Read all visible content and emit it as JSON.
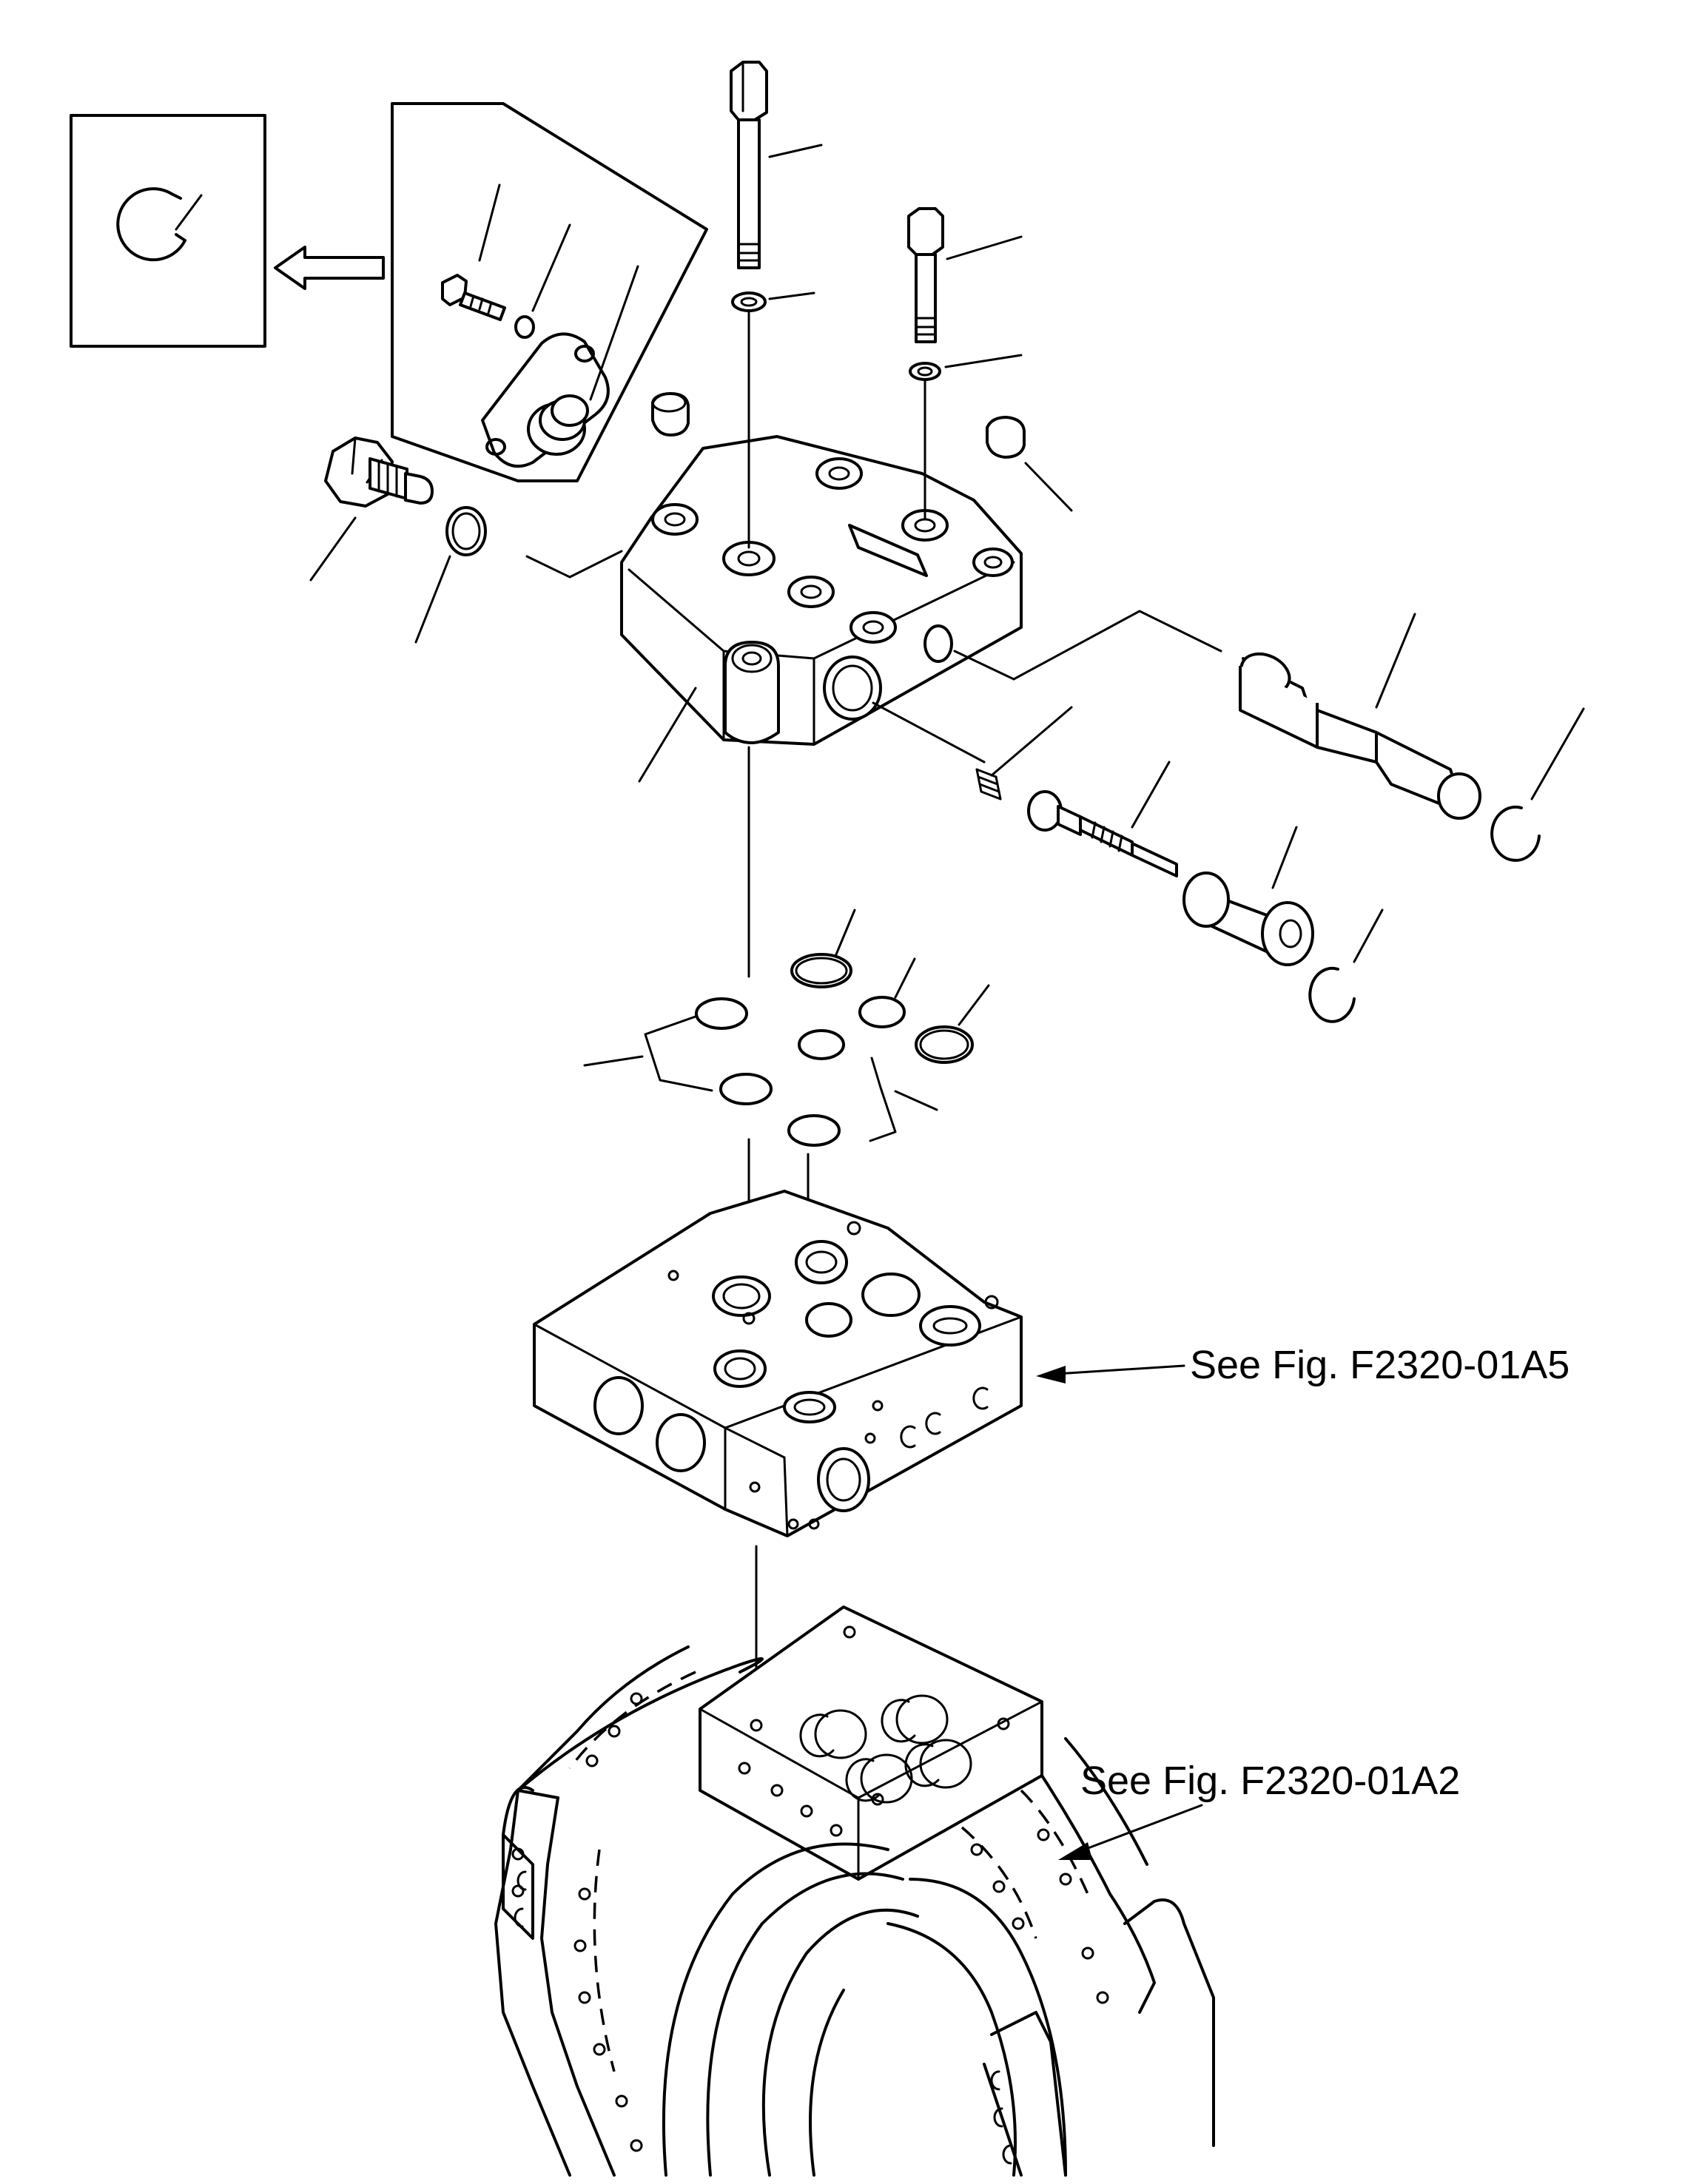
{
  "diagram": {
    "references": [
      {
        "id": "a5",
        "label": "See Fig. F2320-01A5"
      },
      {
        "id": "a2",
        "label": "See Fig. F2320-01A2"
      }
    ]
  }
}
